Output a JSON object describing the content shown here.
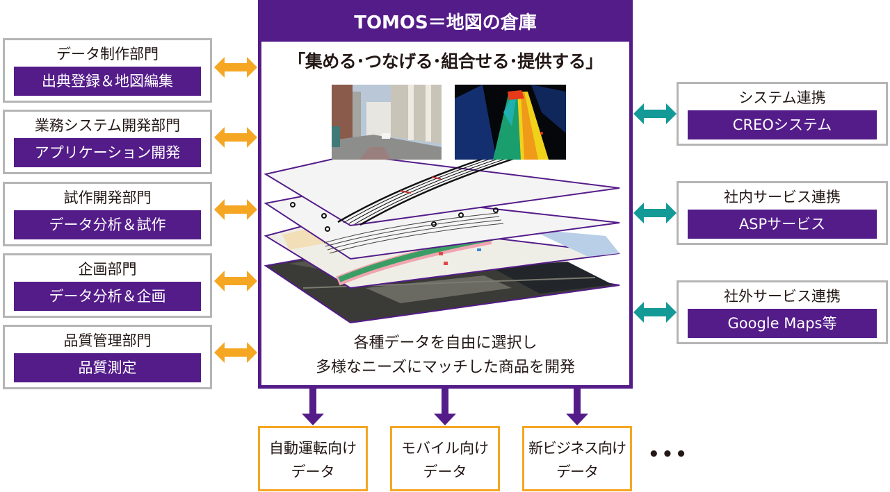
{
  "center": {
    "title": "TOMOS＝地図の倉庫",
    "slogan": "「集める･つなげる･組合せる･提供する」",
    "caption_line1": "各種データを自由に選択し",
    "caption_line2": "多様なニーズにマッチした商品を開発",
    "images": [
      "street-view-photo",
      "point-cloud-image"
    ],
    "layers": [
      "lane-line-layer",
      "road-network-layer",
      "base-map-layer",
      "aerial-photo-layer"
    ]
  },
  "departments": [
    {
      "title": "データ制作部門",
      "role": "出典登録＆地図編集"
    },
    {
      "title": "業務システム開発部門",
      "role": "アプリケーション開発"
    },
    {
      "title": "試作開発部門",
      "role": "データ分析＆試作"
    },
    {
      "title": "企画部門",
      "role": "データ分析＆企画"
    },
    {
      "title": "品質管理部門",
      "role": "品質測定"
    }
  ],
  "integrations": [
    {
      "title": "システム連携",
      "system": "CREOシステム"
    },
    {
      "title": "社内サービス連携",
      "system": "ASPサービス"
    },
    {
      "title": "社外サービス連携",
      "system": "Google Maps等"
    }
  ],
  "outputs": [
    {
      "line1": "自動運転向け",
      "line2": "データ"
    },
    {
      "line1": "モバイル向け",
      "line2": "データ"
    },
    {
      "line1": "新ビジネス向け",
      "line2": "データ"
    }
  ],
  "more_indicator": "•••",
  "colors": {
    "purple": "#541c89",
    "orange": "#f5a623",
    "teal": "#139a97",
    "gray_border": "#b5b5b6"
  }
}
